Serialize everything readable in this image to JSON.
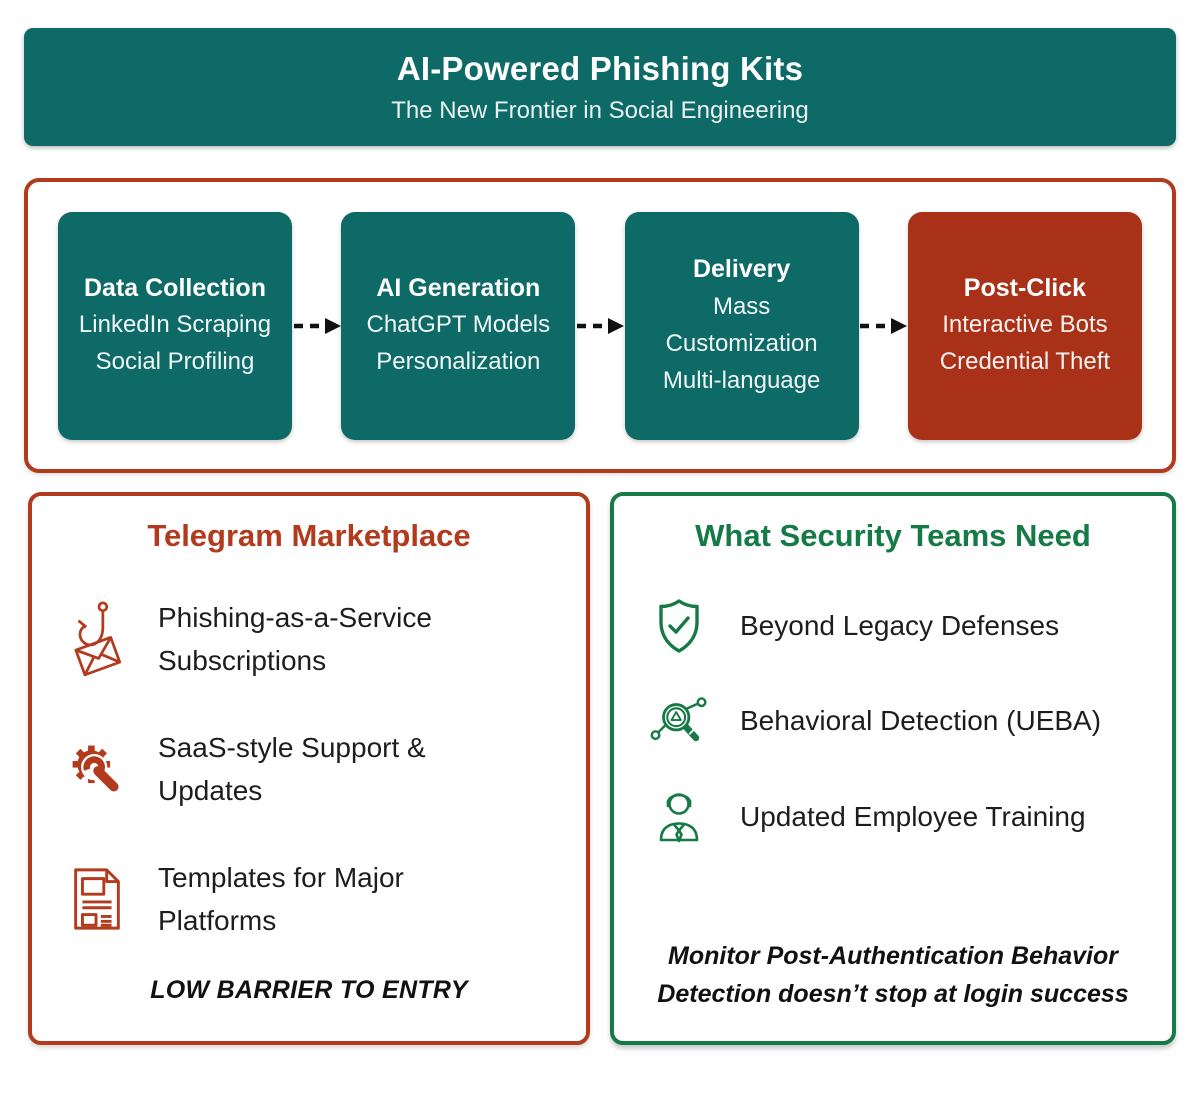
{
  "header": {
    "title": "AI-Powered Phishing Kits",
    "subtitle": "The New Frontier in Social Engineering"
  },
  "pipeline": {
    "steps": [
      {
        "title": "Data Collection",
        "lines": [
          "LinkedIn Scraping",
          "Social Profiling"
        ],
        "variant": "teal"
      },
      {
        "title": "AI Generation",
        "lines": [
          "ChatGPT Models",
          "Personalization"
        ],
        "variant": "teal"
      },
      {
        "title": "Delivery",
        "lines": [
          "Mass Customization",
          "Multi-language"
        ],
        "variant": "teal"
      },
      {
        "title": "Post-Click",
        "lines": [
          "Interactive Bots",
          "Credential Theft"
        ],
        "variant": "red"
      }
    ]
  },
  "marketplace": {
    "title": "Telegram Marketplace",
    "items": [
      {
        "icon": "phishing-hook-icon",
        "text": "Phishing-as-a-Service Subscriptions"
      },
      {
        "icon": "gear-wrench-icon",
        "text": "SaaS-style Support & Updates"
      },
      {
        "icon": "templates-document-icon",
        "text": "Templates for Major Platforms"
      }
    ],
    "footer": "LOW BARRIER TO ENTRY"
  },
  "security": {
    "title": "What Security Teams Need",
    "items": [
      {
        "icon": "shield-check-icon",
        "text": "Beyond Legacy Defenses"
      },
      {
        "icon": "magnifier-alert-icon",
        "text": "Behavioral Detection (UEBA)"
      },
      {
        "icon": "employee-icon",
        "text": "Updated Employee Training"
      }
    ],
    "footer_lines": [
      "Monitor Post-Authentication Behavior",
      "Detection doesn’t stop at login success"
    ]
  },
  "colors": {
    "teal": "#0d6a66",
    "red": "#b23a1d",
    "red_box": "#a93117",
    "green": "#157a45",
    "text": "#1d1d1d"
  }
}
